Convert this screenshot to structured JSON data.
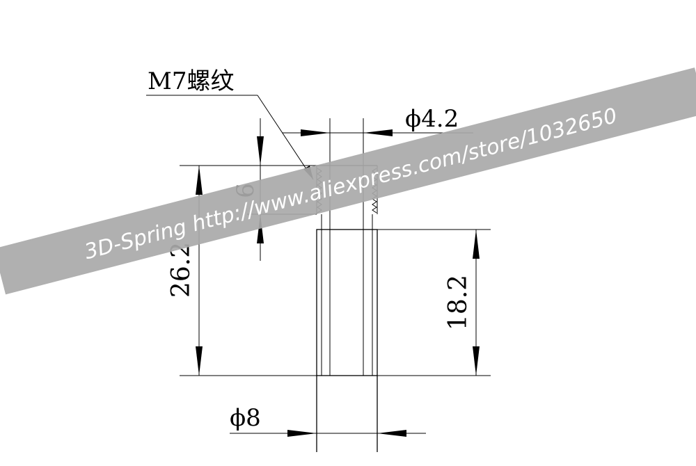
{
  "drawing": {
    "thread_label": "M7螺纹",
    "dims": {
      "inner_diameter": "ϕ4.2",
      "thread_length": "6",
      "total_height": "26.2",
      "body_height": "18.2",
      "outer_diameter": "ϕ8"
    }
  },
  "watermark": {
    "text": "3D-Spring  http://www.aliexpress.com/store/1032650",
    "band_color": "#a9a9a9",
    "text_color": "#ffffff"
  }
}
